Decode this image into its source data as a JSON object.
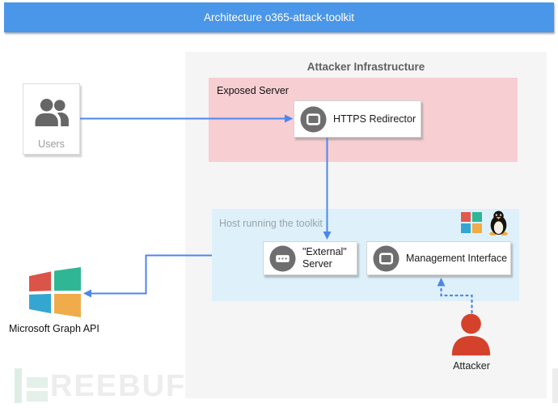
{
  "title_bar": {
    "text": "Architecture o365-attack-toolkit"
  },
  "attacker_infrastructure": {
    "title": "Attacker Infrastructure"
  },
  "exposed_server": {
    "label": "Exposed Server",
    "https_redirector": {
      "label": "HTTPS Redirector"
    }
  },
  "toolkit_host": {
    "label": "Host running the toolkit",
    "external_server": {
      "line1": "\"External\"",
      "line2": "Server"
    },
    "management_interface": {
      "label": "Management Interface"
    },
    "platform_icons": [
      "windows-logo-icon",
      "linux-tux-icon"
    ]
  },
  "users": {
    "label": "Users"
  },
  "microsoft_graph_api": {
    "label": "Microsoft Graph API"
  },
  "attacker": {
    "label": "Attacker"
  },
  "watermark": {
    "text": "REEBUF"
  },
  "colors": {
    "title_bar_bg": "#4a96e8",
    "container_bg": "#f5f5f6",
    "exposed_box_bg": "#f7ced2",
    "toolkit_box_bg": "#def1fb",
    "arrow_blue": "#4d86ec",
    "attacker_red": "#d5422c",
    "node_icon_gray": "#6e6e6e",
    "windows_red": "#db5449",
    "windows_green": "#2fb694",
    "windows_blue": "#35a5d2",
    "windows_orange": "#f0ab4a"
  }
}
